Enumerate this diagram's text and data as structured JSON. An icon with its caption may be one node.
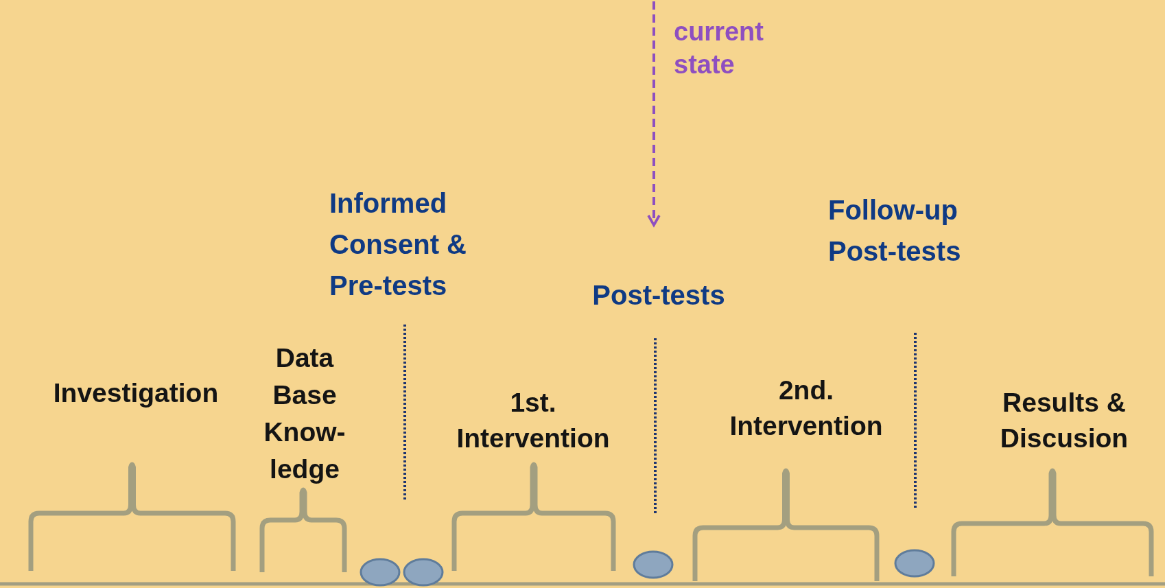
{
  "diagram": {
    "labels": [
      "current state",
      "Informed Consent & Pre-tests",
      "Follow-up Post-tests",
      "Post-tests",
      "Data Base Know- ledge",
      "Investigation",
      "2nd. Intervention",
      "1st. Intervention",
      "Results & Discusion"
    ]
  }
}
